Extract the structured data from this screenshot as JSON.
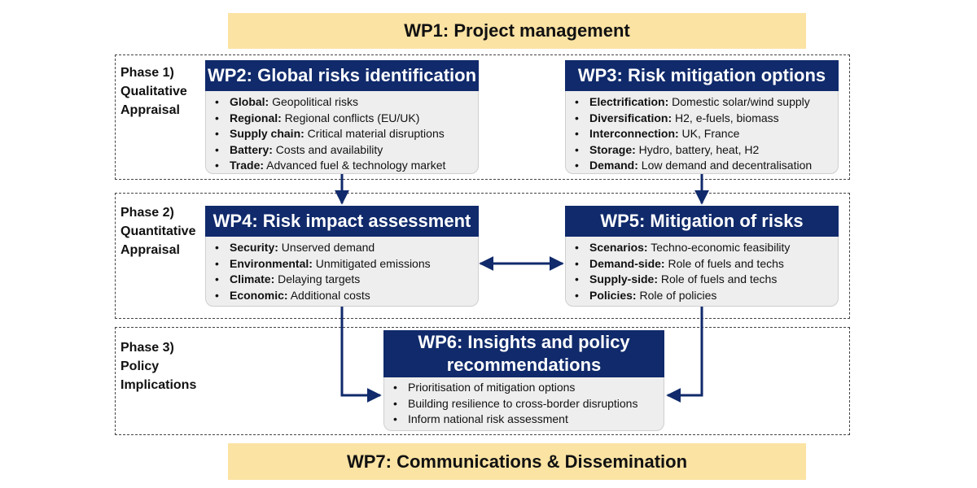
{
  "wp1": {
    "title": "WP1: Project management"
  },
  "wp7": {
    "title": "WP7: Communications & Dissemination"
  },
  "phases": [
    {
      "lines": [
        "Phase 1)",
        "Qualitative",
        "Appraisal"
      ]
    },
    {
      "lines": [
        "Phase 2)",
        "Quantitative",
        "Appraisal"
      ]
    },
    {
      "lines": [
        "Phase 3)",
        "Policy",
        "Implications"
      ]
    }
  ],
  "wp2": {
    "title": "WP2: Global risks identification",
    "items": [
      {
        "key": "Global:",
        "text": " Geopolitical risks"
      },
      {
        "key": "Regional:",
        "text": " Regional conflicts (EU/UK)"
      },
      {
        "key": "Supply chain:",
        "text": " Critical material disruptions"
      },
      {
        "key": "Battery:",
        "text": " Costs and availability"
      },
      {
        "key": "Trade:",
        "text": " Advanced fuel & technology market"
      }
    ]
  },
  "wp3": {
    "title": "WP3: Risk mitigation options",
    "items": [
      {
        "key": "Electrification:",
        "text": " Domestic solar/wind supply"
      },
      {
        "key": "Diversification:",
        "text": " H2, e-fuels, biomass"
      },
      {
        "key": "Interconnection:",
        "text": " UK, France"
      },
      {
        "key": "Storage:",
        "text": " Hydro, battery, heat, H2"
      },
      {
        "key": "Demand:",
        "text": " Low demand and decentralisation"
      }
    ]
  },
  "wp4": {
    "title": "WP4: Risk impact assessment",
    "items": [
      {
        "key": "Security:",
        "text": " Unserved demand"
      },
      {
        "key": "Environmental:",
        "text": " Unmitigated emissions"
      },
      {
        "key": "Climate:",
        "text": " Delaying targets"
      },
      {
        "key": "Economic:",
        "text": " Additional costs"
      }
    ]
  },
  "wp5": {
    "title": "WP5: Mitigation of risks",
    "items": [
      {
        "key": "Scenarios:",
        "text": " Techno-economic feasibility"
      },
      {
        "key": "Demand-side:",
        "text": " Role of fuels and techs"
      },
      {
        "key": "Supply-side:",
        "text": " Role of fuels and techs"
      },
      {
        "key": "Policies:",
        "text": " Role of policies"
      }
    ]
  },
  "wp6": {
    "title_line1": "WP6: Insights and policy",
    "title_line2": "recommendations",
    "items": [
      {
        "key": "",
        "text": "Prioritisation of mitigation options"
      },
      {
        "key": "",
        "text": "Building resilience to cross-border disruptions"
      },
      {
        "key": "",
        "text": "Inform national risk assessment"
      }
    ]
  },
  "colors": {
    "header": "#102a6b",
    "banner": "#fbe3a3",
    "arrow": "#102a6b",
    "box": "#eeeeee"
  }
}
